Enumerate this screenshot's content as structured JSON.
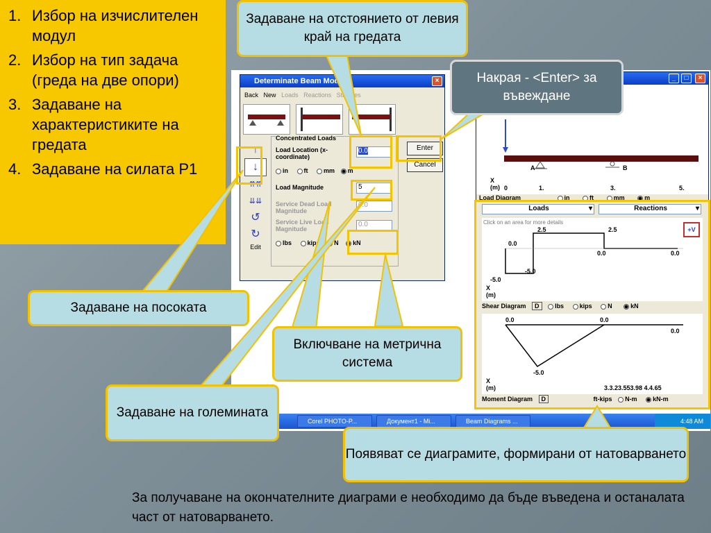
{
  "steps": [
    {
      "num": "1.",
      "text": "Избор на изчислителен модул"
    },
    {
      "num": "2.",
      "text": "Избор на тип задача (греда на две опори)"
    },
    {
      "num": "3.",
      "text": "Задаване на характеристиките на гредата"
    },
    {
      "num": "4.",
      "text": "Задаване на силата P1"
    }
  ],
  "callouts": {
    "distance": "Задаване на отстоянието от левия край на гредата",
    "enter": "Накрая - <Enter> за въвеждане",
    "direction": "Задаване на посоката",
    "metric": "Включване на метрична система",
    "magnitude": "Задаване на големината",
    "diagrams": "Появяват се диаграмите, формирани от натоварването"
  },
  "bottom_text": "За получаване на окончателните диаграми е необходимо да бъде въведена и останалата част от натоварването.",
  "dialog": {
    "title": "Determinate Beam Module",
    "menu": [
      "Back",
      "New",
      "Loads",
      "Reactions",
      "Stresses"
    ],
    "group_title": "Concentrated Loads",
    "load_location_label": "Load Location (x-coordinate)",
    "load_location_value": "0.0",
    "units_length": [
      "in",
      "ft",
      "mm",
      "m"
    ],
    "load_magnitude_label": "Load Magnitude",
    "load_magnitude_value": "5",
    "service_dead_label": "Service Dead Load Magnitude",
    "service_dead_value": "0.0",
    "service_live_label": "Service Live Load Magnitude",
    "service_live_value": "0.0",
    "units_force": [
      "lbs",
      "kips",
      "N",
      "kN"
    ],
    "enter_button": "Enter",
    "cancel_button": "Cancel",
    "edit_label": "Edit"
  },
  "beam_window": {
    "support_a": "A",
    "support_b": "B",
    "axis_label": "X (m)",
    "ticks": [
      "0",
      "1.",
      "3.",
      "5."
    ],
    "load_diagram_label": "Load Diagram",
    "load_units": [
      "in",
      "ft",
      "mm",
      "m"
    ],
    "dropdown_left": "Loads",
    "dropdown_right": "Reactions",
    "click_hint": "Click on an area for more details",
    "plus_v": "+V",
    "shear": {
      "labels": [
        "2.5",
        "2.5",
        "0.0",
        "0.0",
        "0.0",
        "-5.0",
        "-5.0"
      ],
      "title": "Shear Diagram",
      "d_button": "D",
      "units": [
        "lbs",
        "kips",
        "N",
        "kN"
      ]
    },
    "moment": {
      "labels": [
        "0.0",
        "0.0",
        "0.0",
        "-5.0"
      ],
      "ticks": "3.3.23.553.98 4.4.65",
      "title": "Moment Diagram",
      "d_button": "D",
      "units": [
        "ft-kips",
        "N-m",
        "kN-m"
      ]
    }
  },
  "taskbar": {
    "items": [
      "Corel PHOTO-P...",
      "Документ1 - Mi...",
      "Beam Diagrams ..."
    ],
    "clock": "4:48 AM"
  }
}
